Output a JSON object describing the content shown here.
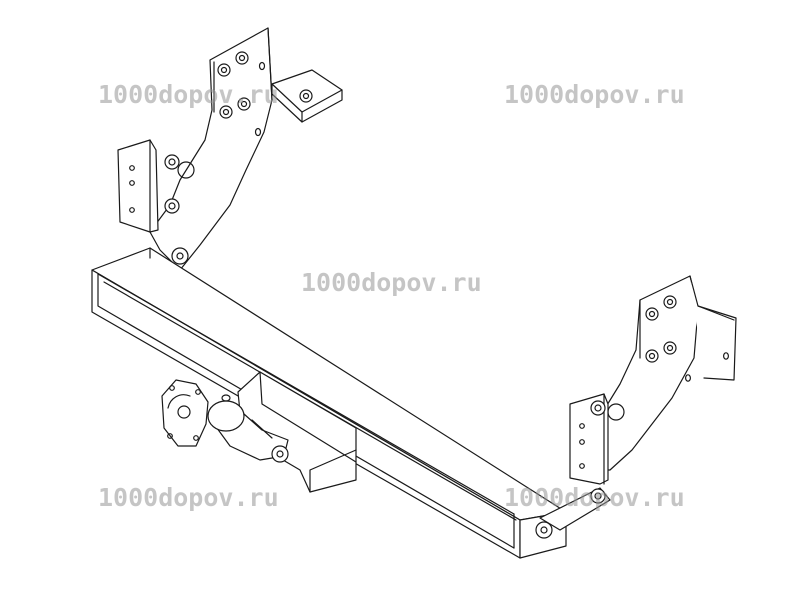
{
  "watermarks": [
    "1000dopov.ru",
    "1000dopov.ru",
    "1000dopov.ru",
    "1000dopov.ru",
    "1000dopov.ru"
  ],
  "colors": {
    "line": "#1a1a1a",
    "fill": "#ffffff",
    "watermark": "#969696"
  }
}
